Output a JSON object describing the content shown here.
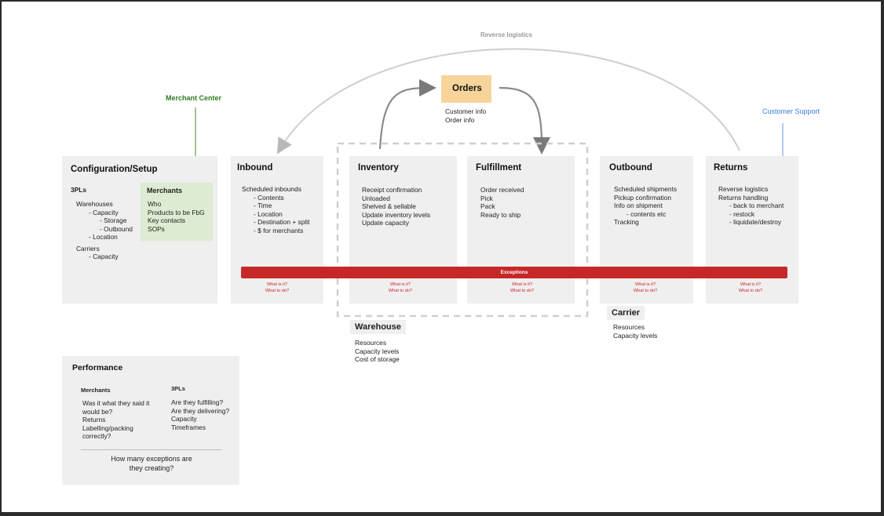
{
  "reverse_logistics_label": "Reverse logistics",
  "merchant_center_label": "Merchant Center",
  "customer_support_label": "Customer Support",
  "orders": {
    "title": "Orders",
    "lines": [
      "Customer info",
      "Order info"
    ]
  },
  "config": {
    "title": "Configuration/Setup",
    "threepl_heading": "3PLs",
    "threepl_lines": [
      "Warehouses",
      "- Capacity",
      "- Storage",
      "- Outbound",
      "- Location",
      "Carriers",
      "- Capacity"
    ],
    "merchants_heading": "Merchants",
    "merchants_lines": [
      "Who",
      "Products to be FbG",
      "Key contacts",
      "SOPs"
    ]
  },
  "stages": [
    {
      "title": "Inbound",
      "lines": [
        "Scheduled inbounds",
        "- Contents",
        "- Time",
        "- Location",
        "- Destination + split",
        "- $ for merchants"
      ]
    },
    {
      "title": "Inventory",
      "lines": [
        "Receipt confirmation",
        "Unloaded",
        "Shelved & sellable",
        "Update inventory levels",
        "Update capacity"
      ]
    },
    {
      "title": "Fulfillment",
      "lines": [
        "Order received",
        "Pick",
        "Pack",
        "Ready to ship"
      ]
    },
    {
      "title": "Outbound",
      "lines": [
        "Scheduled shipments",
        "Pickup confirmation",
        "Info on shipment",
        "- contents etc",
        "Tracking"
      ]
    },
    {
      "title": "Returns",
      "lines": [
        "Reverse logistics",
        "Returns handling",
        "- back to merchant",
        "- restock",
        "- liquidate/destroy"
      ]
    }
  ],
  "exceptions": {
    "label": "Exceptions",
    "q1": "What is it?",
    "q2": "What to do?"
  },
  "warehouse": {
    "title": "Warehouse",
    "lines": [
      "Resources",
      "Capacity levels",
      "Cost of storage"
    ]
  },
  "carrier": {
    "title": "Carrier",
    "lines": [
      "Resources",
      "Capacity levels"
    ]
  },
  "performance": {
    "title": "Performance",
    "merchants_heading": "Merchants",
    "merchants_lines": [
      "Was it what they said it",
      "would be?",
      "Returns",
      "Labelling/packing",
      "correctly?"
    ],
    "threepl_heading": "3PLs",
    "threepl_lines": [
      "Are they fulfilling?",
      "Are they delivering?",
      "Capacity",
      "Timeframes"
    ],
    "footer_lines": [
      "How many exceptions are",
      "they creating?"
    ]
  },
  "colors": {
    "orders_fill": "#f6d49a",
    "merchants_fill": "#dcebd1",
    "exceptions_bar": "#c62828",
    "merchant_center": "#2f7a1f",
    "customer_support": "#3b7be0"
  }
}
